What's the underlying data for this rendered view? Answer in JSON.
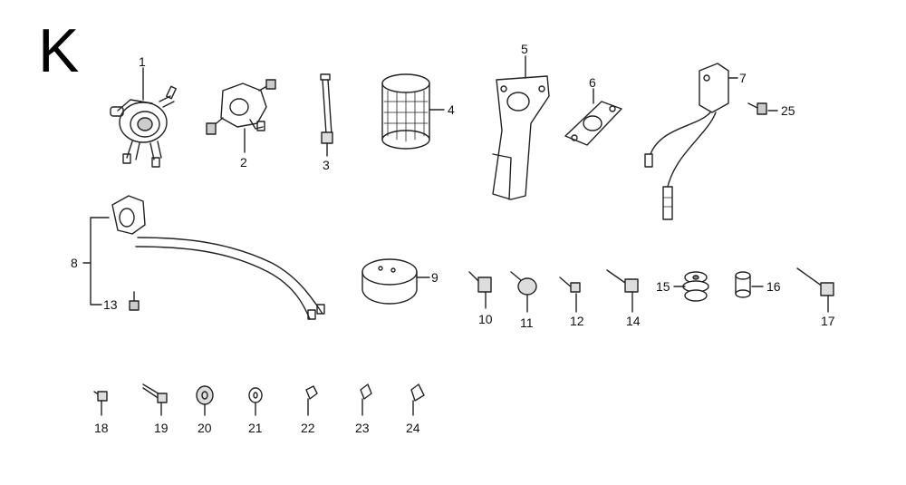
{
  "section_letter": "K",
  "callouts": [
    {
      "id": "1",
      "part": "fuel-pump"
    },
    {
      "id": "2",
      "part": "fuel-valve"
    },
    {
      "id": "3",
      "part": "long-bolt"
    },
    {
      "id": "4",
      "part": "fuel-strainer"
    },
    {
      "id": "5",
      "part": "mounting-bracket"
    },
    {
      "id": "6",
      "part": "gasket"
    },
    {
      "id": "7",
      "part": "ignition-module"
    },
    {
      "id": "8",
      "part": "cable-assembly"
    },
    {
      "id": "9",
      "part": "cap"
    },
    {
      "id": "10",
      "part": "flange-bolt"
    },
    {
      "id": "11",
      "part": "screw-with-washer"
    },
    {
      "id": "12",
      "part": "bolt"
    },
    {
      "id": "13",
      "part": "small-bolt"
    },
    {
      "id": "14",
      "part": "flange-bolt"
    },
    {
      "id": "15",
      "part": "rubber-mount"
    },
    {
      "id": "16",
      "part": "collar"
    },
    {
      "id": "17",
      "part": "flange-bolt"
    },
    {
      "id": "18",
      "part": "small-screw"
    },
    {
      "id": "19",
      "part": "long-screw"
    },
    {
      "id": "20",
      "part": "nut"
    },
    {
      "id": "21",
      "part": "washer"
    },
    {
      "id": "22",
      "part": "pin"
    },
    {
      "id": "23",
      "part": "pin"
    },
    {
      "id": "24",
      "part": "pin"
    },
    {
      "id": "25",
      "part": "small-flange-bolt"
    }
  ]
}
